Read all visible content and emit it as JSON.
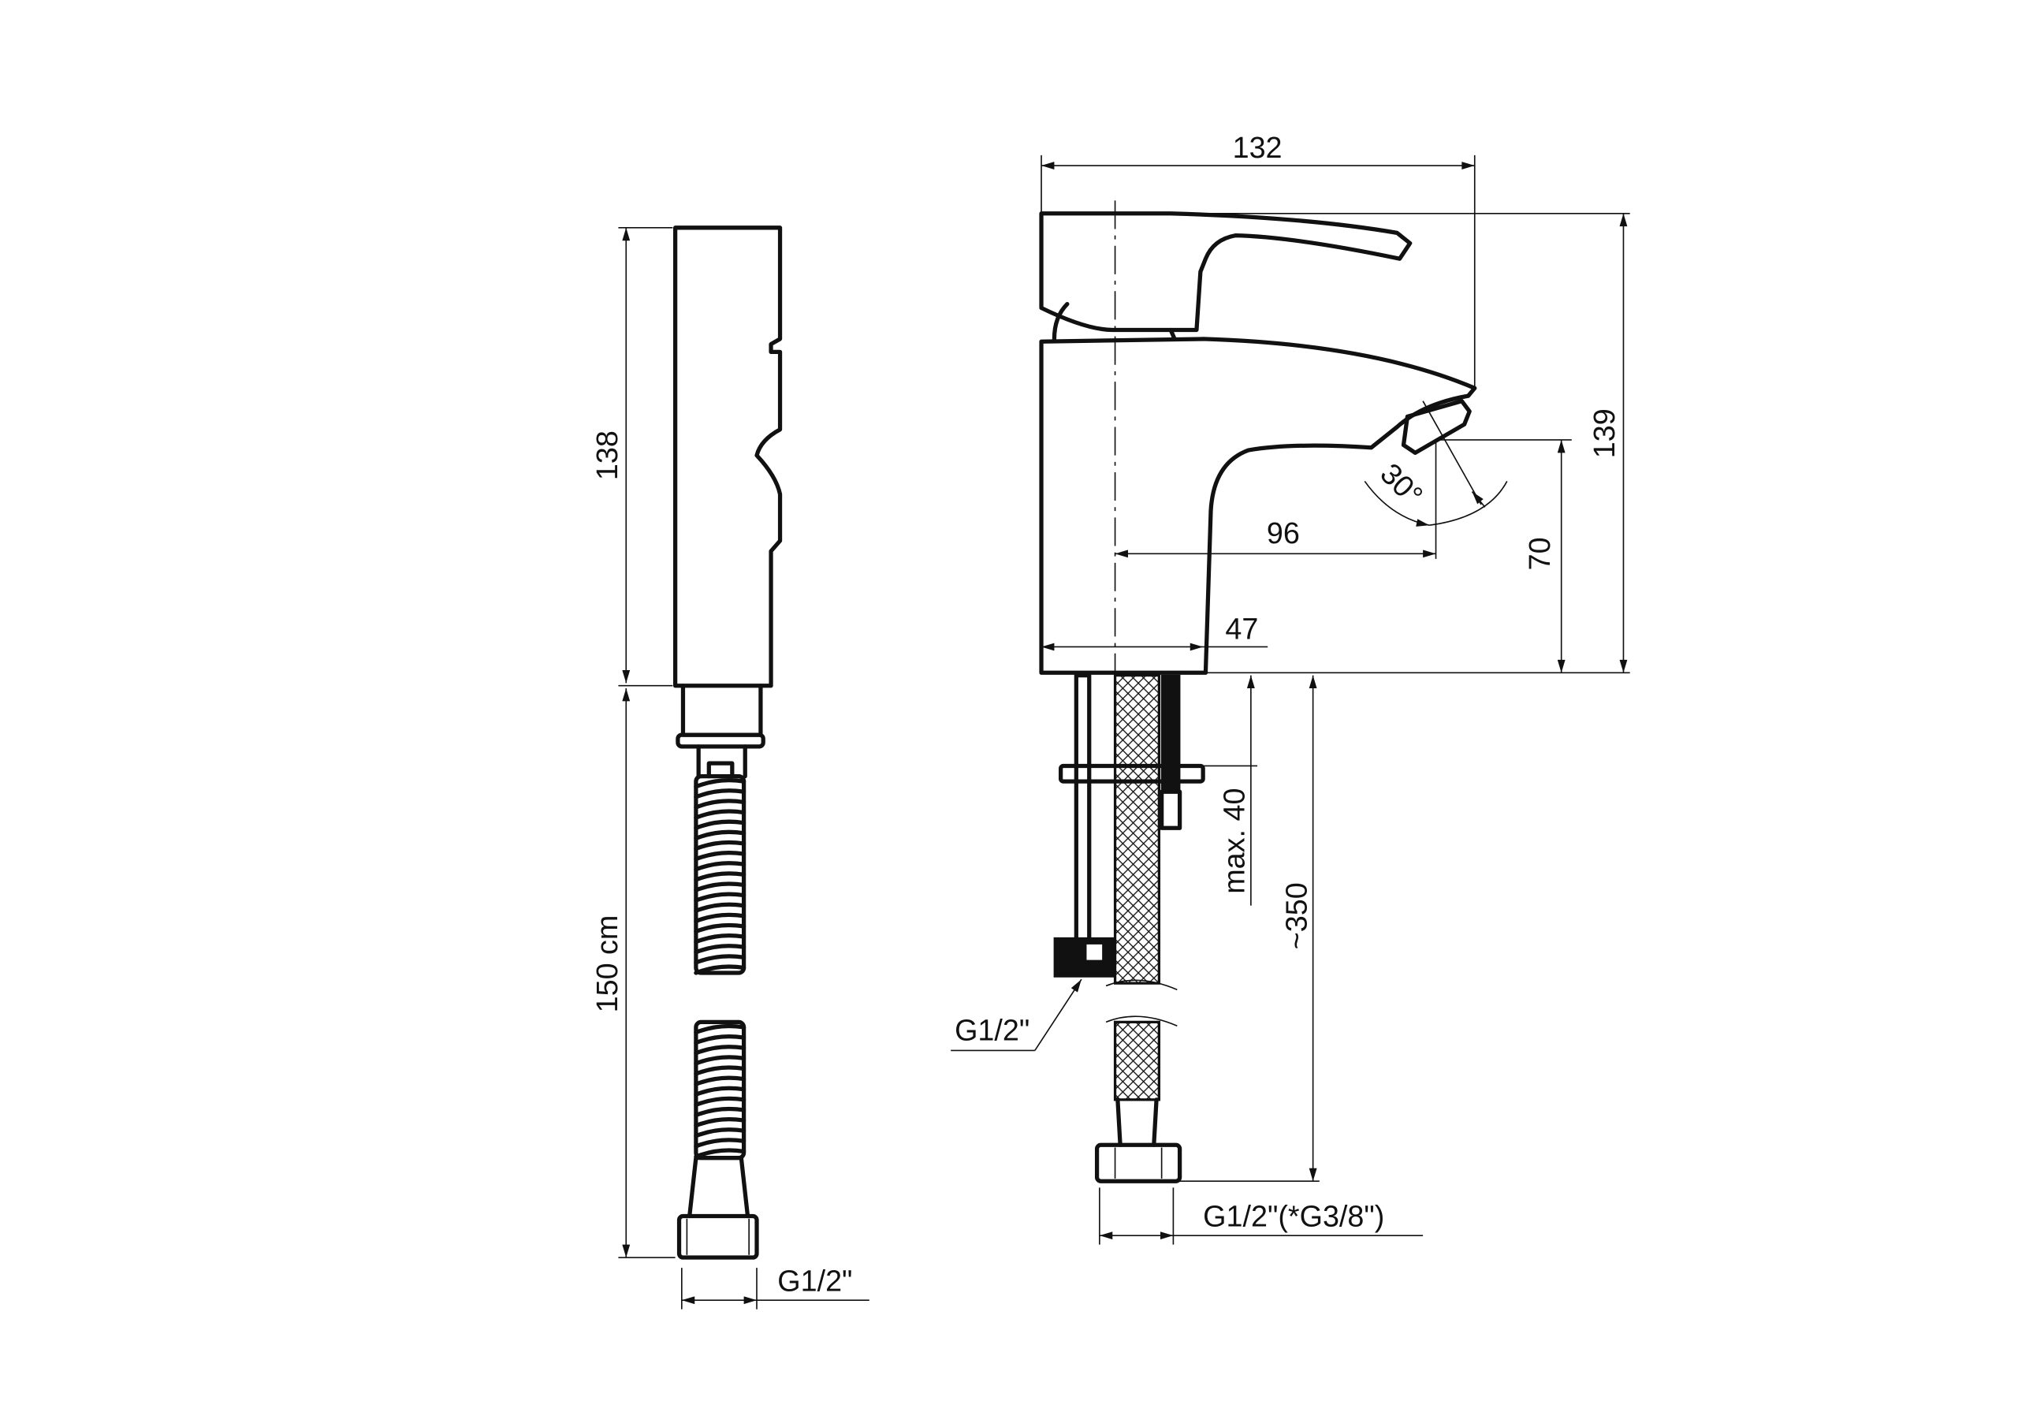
{
  "drawing": {
    "hand_shower": {
      "height_label": "138",
      "hose_length_label": "150 cm",
      "connection_label": "G1/2\""
    },
    "faucet": {
      "width_label": "132",
      "height_label": "139",
      "spout_reach_label": "96",
      "spout_height_label": "70",
      "body_depth_label": "47",
      "aerator_angle_label": "30°",
      "max_deck_label": "max. 40",
      "hose_length_label": "~350",
      "inlet_label": "G1/2\"",
      "hose_connection_label": "G1/2\"(*G3/8\")"
    }
  }
}
